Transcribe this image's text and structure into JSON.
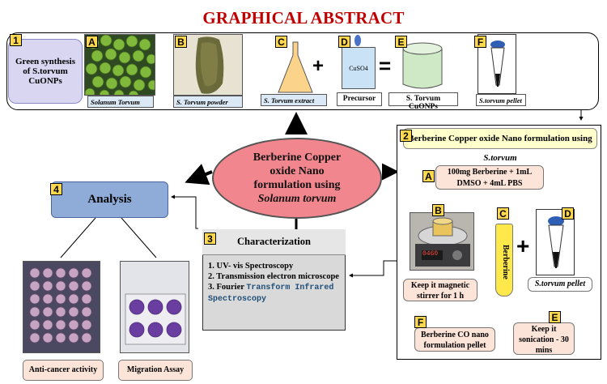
{
  "title": "GRAPHICAL ABSTRACT",
  "section1": {
    "badge": "1",
    "label": "Green synthesis of S.torvum CuONPs",
    "steps": [
      {
        "badge": "A",
        "caption": "Solanum Torvum"
      },
      {
        "badge": "B",
        "caption": "S. Torvum powder"
      },
      {
        "badge": "C",
        "caption": "S. Torvum extract"
      },
      {
        "badge": "D",
        "caption": "Precursor",
        "inner_label": "CuSO4"
      },
      {
        "badge": "E",
        "caption": "S. Torvum CuONPs"
      },
      {
        "badge": "F",
        "caption": "S.torvum pellet"
      }
    ],
    "plus": "+",
    "equals": "="
  },
  "center": {
    "line1": "Berberine Copper",
    "line2": "oxide Nano",
    "line3": "formulation using",
    "line4": "Solanum torvum"
  },
  "section2": {
    "badge": "2",
    "title": "Berberine Copper oxide Nano formulation using",
    "title_italic": "S.torvum",
    "stepA": {
      "badge": "A",
      "line1": "100mg Berberine + 1mL",
      "line2": "DMSO + 4mL PBS"
    },
    "stepB": {
      "badge": "B",
      "label": "Keep it magnetic stirrer for 1 h",
      "display": "0460"
    },
    "stepC": {
      "badge": "C",
      "tube_label": "Berberine"
    },
    "stepD": {
      "badge": "D",
      "label": "S.torvum pellet"
    },
    "stepE": {
      "badge": "E",
      "label": "Keep it sonication - 30 mins"
    },
    "stepF": {
      "badge": "F",
      "label": "Berberine CO nano formulation pellet"
    },
    "plus": "+"
  },
  "section3": {
    "badge": "3",
    "title": "Characterization",
    "items": [
      "1. UV- vis Spectroscopy",
      "2. Transmission electron microscope",
      "3. Fourier "
    ],
    "item3_colored": "Transform Infrared Spectroscopy"
  },
  "section4": {
    "badge": "4",
    "title": "Analysis",
    "captions": [
      "Anti-cancer activity",
      "Migration Assay"
    ]
  },
  "colors": {
    "title_red": "#c00000",
    "ellipse": "#f2868e",
    "analysis_blue": "#8fabd8",
    "badge_yellow": "#ffd84d"
  }
}
